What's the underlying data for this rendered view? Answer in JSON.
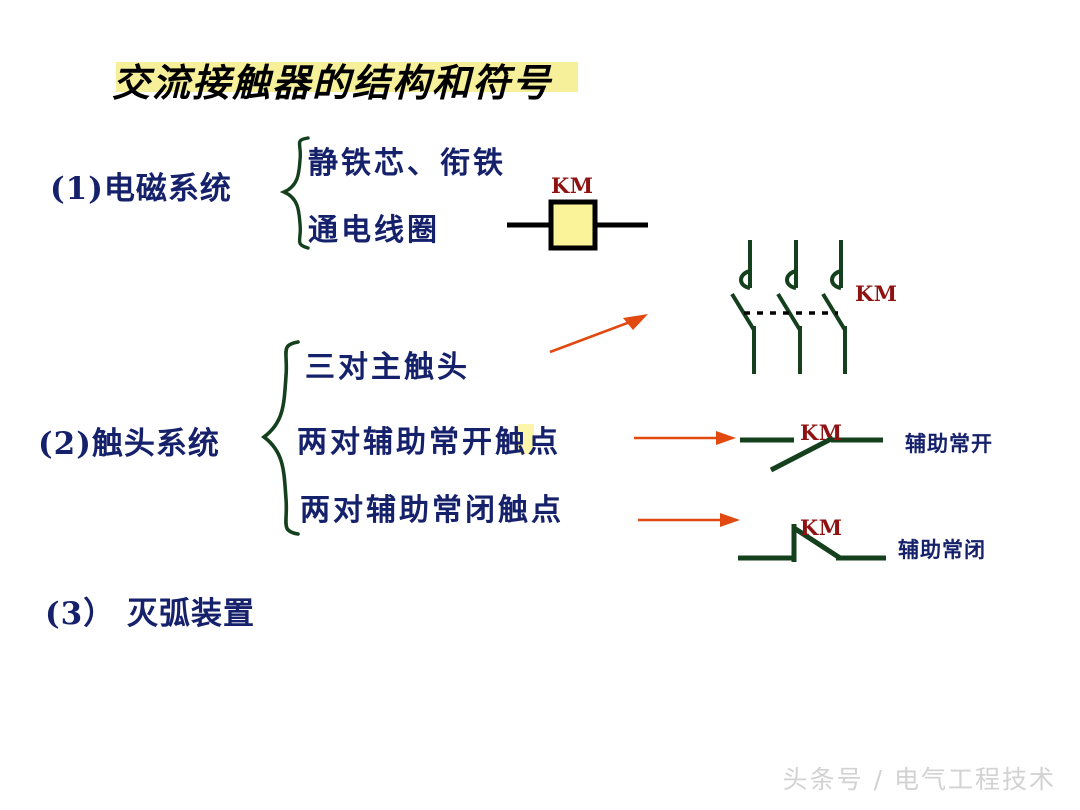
{
  "slide": {
    "title": "交流接触器的结构和符号",
    "title_highlight_color": "#f7f09a",
    "background": "#ffffff"
  },
  "colors": {
    "text_navy": "#16216b",
    "km_red": "#8e1212",
    "symbol_green": "#14401e",
    "arrow_orange": "#e2490f",
    "coil_fill": "#faf39a",
    "coil_stroke": "#000000",
    "watermark_gray": "#d2d2d2"
  },
  "sections": [
    {
      "label": "(1)电磁系统",
      "items": [
        {
          "text": "静铁芯、衔铁"
        },
        {
          "text": "通电线圈"
        }
      ]
    },
    {
      "label": "(2)触头系统",
      "items": [
        {
          "text": "三对主触头"
        },
        {
          "text": "两对辅助常开触点"
        },
        {
          "text": "两对辅助常闭触点"
        }
      ]
    },
    {
      "label": "(3） 灭弧装置",
      "items": []
    }
  ],
  "symbols": {
    "coil": {
      "km_label": "KM",
      "name": "contactor-coil"
    },
    "main_contacts": {
      "km_label": "KM",
      "name": "three-pole-main-contacts",
      "poles": 3
    },
    "aux_no": {
      "km_label": "KM",
      "caption": "辅助常开",
      "name": "auxiliary-normally-open-contact"
    },
    "aux_nc": {
      "km_label": "KM",
      "caption": "辅助常闭",
      "name": "auxiliary-normally-closed-contact"
    }
  },
  "watermark": {
    "text": "头条号 / 电气工程技术"
  }
}
